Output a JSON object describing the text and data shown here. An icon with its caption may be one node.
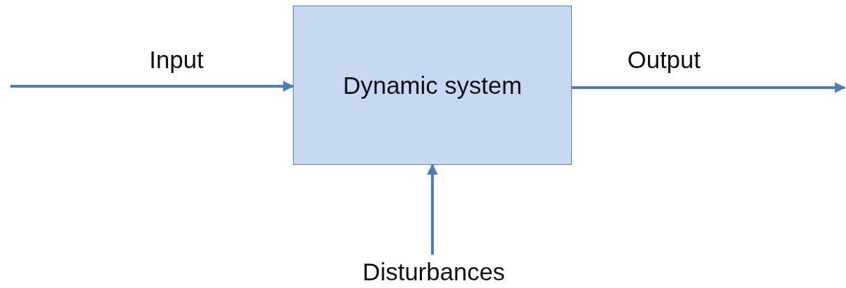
{
  "diagram": {
    "nodes": [
      {
        "text": [
          "Dynamic system"
        ]
      },
      {
        "text": [
          "Disturbances"
        ]
      }
    ],
    "edges": [
      {
        "from": null,
        "to": 0,
        "arrow": "to",
        "label": "Input"
      },
      {
        "from": 0,
        "to": null,
        "arrow": "to",
        "label": "Output"
      },
      {
        "from": 1,
        "to": 0,
        "arrow": "to"
      }
    ]
  }
}
